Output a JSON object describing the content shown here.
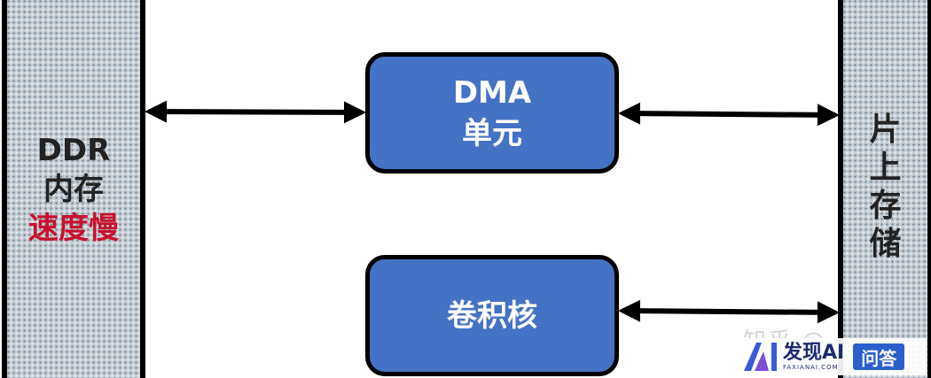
{
  "ddr_panel": {
    "line1": "DDR",
    "line2": "内存",
    "line3": "速度慢"
  },
  "onchip_panel": {
    "lines": [
      "片",
      "上",
      "存",
      "储"
    ]
  },
  "dma_block": {
    "line1": "DMA",
    "line2": "单元"
  },
  "conv_block": {
    "label": "卷积核"
  },
  "colors": {
    "block_fill": "#4472c4",
    "slow_text": "#c8102e"
  },
  "watermark": {
    "faint": "知乎 @",
    "brand": "发现AI",
    "url": "FAXIANAI.COM",
    "qa": "问答"
  }
}
